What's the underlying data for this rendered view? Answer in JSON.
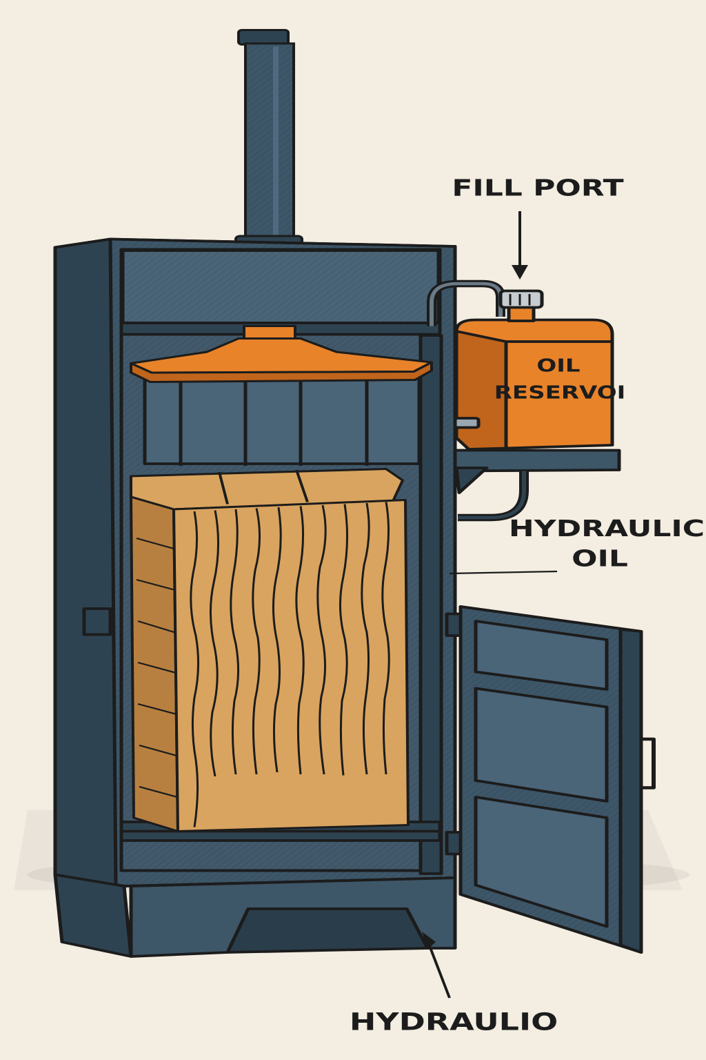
{
  "labels": {
    "fill_port": "FILL PORT",
    "oil_reservoir_line1": "OIL",
    "oil_reservoir_line2": "RESERVOI",
    "hydraulic_oil_line1": "HYDRAULIC",
    "hydraulic_oil_line2": "OIL",
    "bottom_label": "HYDRAULIO"
  },
  "colors": {
    "background": "#f3ede2",
    "frame": "#3d5668",
    "frame_dark": "#2e4352",
    "frame_light": "#4f6a7e",
    "orange": "#e8832a",
    "orange_dark": "#c0651b",
    "bale": "#d9a45f",
    "bale_dark": "#b88040",
    "outline": "#1c1c1c"
  }
}
